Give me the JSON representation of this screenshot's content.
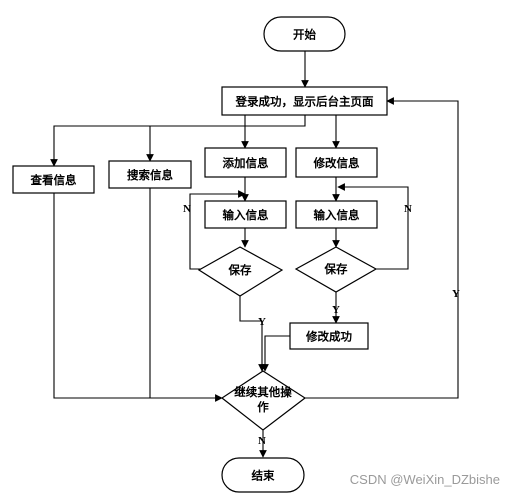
{
  "nodes": {
    "start": "开始",
    "login": "登录成功，显示后台主页面",
    "view": "查看信息",
    "search": "搜索信息",
    "add": "添加信息",
    "modify": "修改信息",
    "input_add": "输入信息",
    "input_modify": "输入信息",
    "save_add": "保存",
    "save_modify": "保存",
    "modify_success": "修改成功",
    "continue_line1": "继续其他操",
    "continue_line2": "作",
    "end": "结束"
  },
  "edge_labels": {
    "save_add_no": "N",
    "save_add_yes": "Y",
    "save_modify_no": "N",
    "save_modify_yes": "Y",
    "continue_yes": "Y",
    "continue_no": "N"
  },
  "watermark": "CSDN @WeiXin_DZbishe"
}
